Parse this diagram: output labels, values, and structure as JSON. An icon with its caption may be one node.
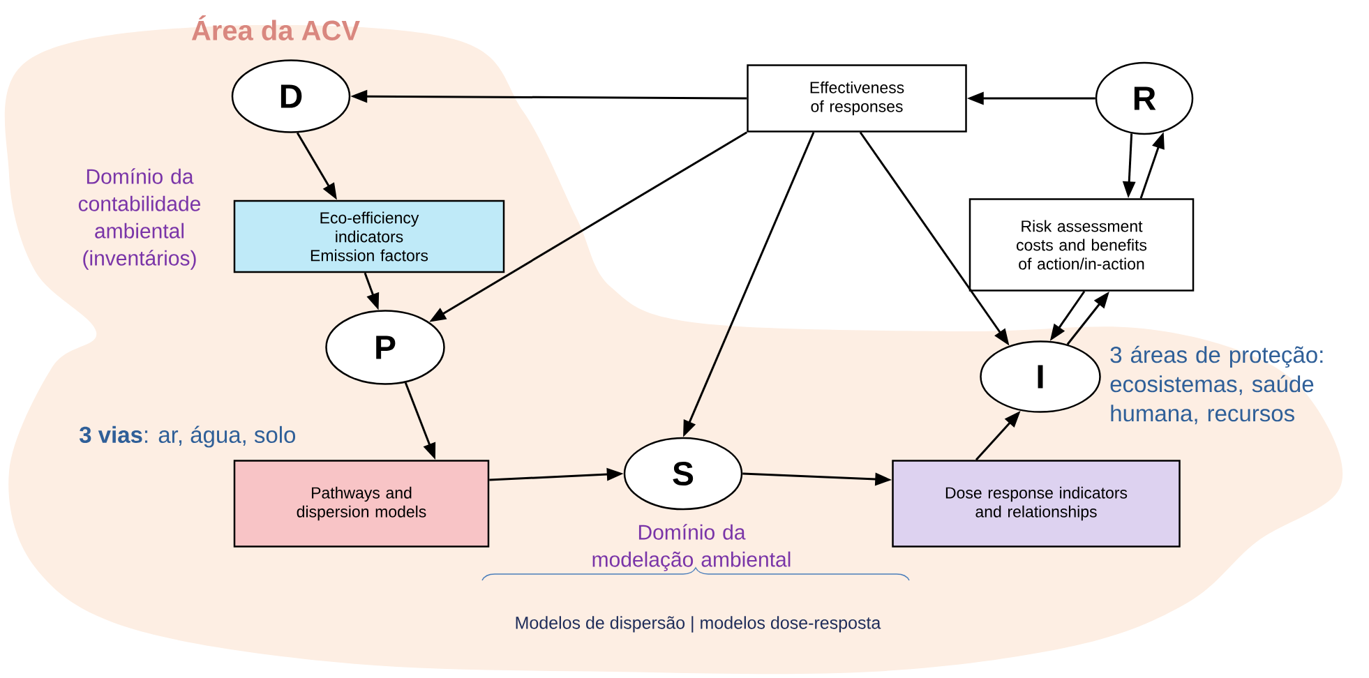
{
  "diagram": {
    "nodes": [
      {
        "text": [
          "D"
        ]
      },
      {
        "text": [
          "Effectiveness of responses"
        ]
      },
      {
        "text": [
          "R"
        ]
      },
      {
        "text": [
          "Eco-efficiency indicators Emission factors"
        ]
      },
      {
        "text": [
          "Risk assessment costs and benefits of action/in-action"
        ]
      },
      {
        "text": [
          "P"
        ]
      },
      {
        "text": [
          "I"
        ]
      },
      {
        "text": [
          "Pathways and dispersion models"
        ]
      },
      {
        "text": [
          "S"
        ]
      },
      {
        "text": [
          "Dose response indicators and relationships"
        ]
      }
    ],
    "edges": [
      {
        "from": 1,
        "to": 0,
        "arrow": "to"
      },
      {
        "from": 2,
        "to": 1,
        "arrow": "to"
      },
      {
        "from": 0,
        "to": 3,
        "arrow": "to"
      },
      {
        "from": 3,
        "to": 5,
        "arrow": "to"
      },
      {
        "from": 1,
        "to": 5,
        "arrow": "to"
      },
      {
        "from": 1,
        "to": 8,
        "arrow": "to"
      },
      {
        "from": 1,
        "to": 6,
        "arrow": "to"
      },
      {
        "from": 2,
        "to": 4,
        "arrow": "to"
      },
      {
        "from": 4,
        "to": 2,
        "arrow": "to"
      },
      {
        "from": 4,
        "to": 6,
        "arrow": "to"
      },
      {
        "from": 6,
        "to": 4,
        "arrow": "to"
      },
      {
        "from": 5,
        "to": 7,
        "arrow": "to"
      },
      {
        "from": 7,
        "to": 8,
        "arrow": "to"
      },
      {
        "from": 8,
        "to": 9,
        "arrow": "to"
      },
      {
        "from": 9,
        "to": 6,
        "arrow": "to"
      }
    ],
    "labels": [
      "Área da ACV",
      "Domínio da contabilidade ambiental (inventários)",
      "3 áreas de proteção: ecosistemas, saúde humana, recursos",
      "**3 vias**: ar, água, solo",
      "Domínio da modelação ambiental",
      "Modelos de dispersão | modelos dose-resposta"
    ]
  }
}
